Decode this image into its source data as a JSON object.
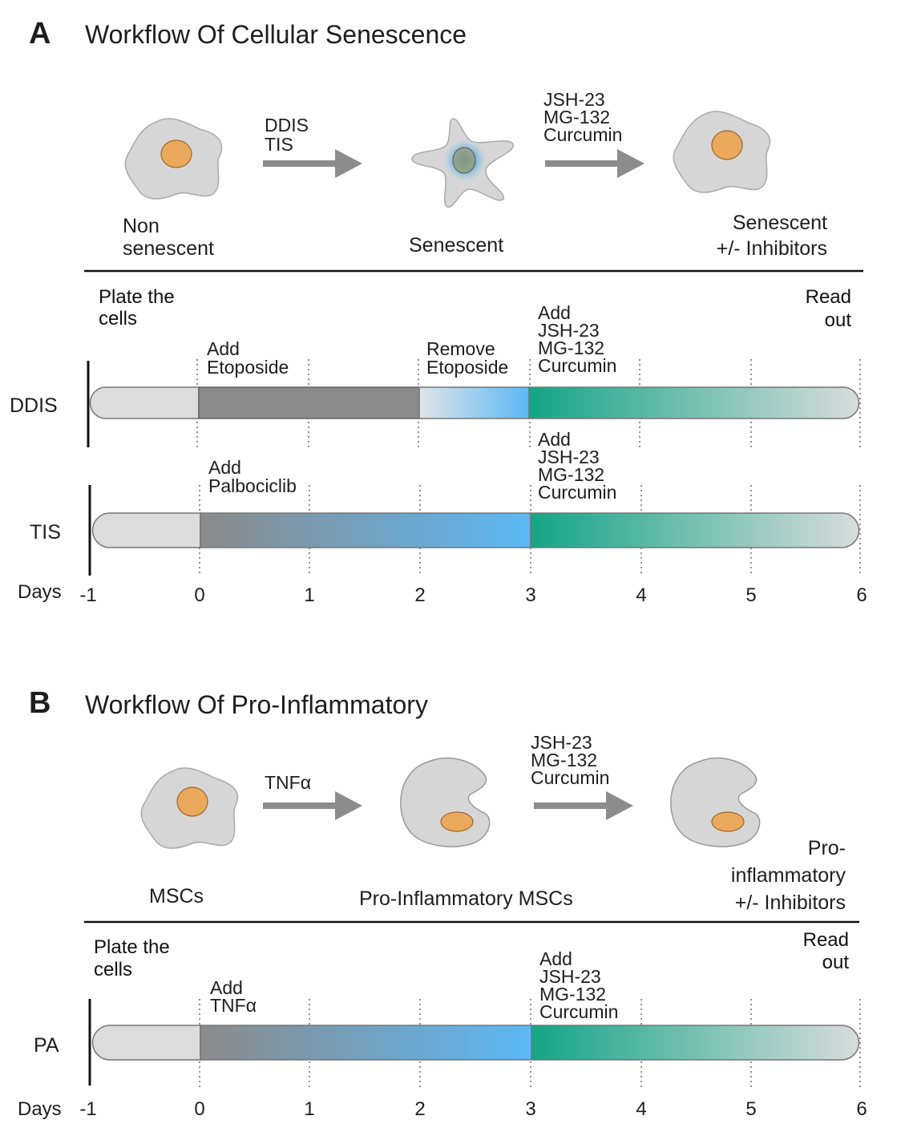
{
  "panel_a": {
    "letter": "A",
    "title": "Workflow Of Cellular Senescence",
    "step1_label": [
      "Non",
      "senescent"
    ],
    "arrow1_label": [
      "DDIS",
      "TIS"
    ],
    "step2_label": "Senescent",
    "arrow2_label": [
      "JSH-23",
      "MG-132",
      "Curcumin"
    ],
    "step3_label": [
      "Senescent",
      "+/- Inhibitors"
    ],
    "plate_label": [
      "Plate the",
      "cells"
    ],
    "readout_label": [
      "Read",
      "out"
    ],
    "ddis": {
      "row_label": "DDIS",
      "add_etoposide": [
        "Add",
        "Etoposide"
      ],
      "remove_etoposide": [
        "Remove",
        "Etoposide"
      ],
      "add_inhibitors": [
        "Add",
        "JSH-23",
        "MG-132",
        "Curcumin"
      ]
    },
    "tis": {
      "row_label": "TIS",
      "add_palbociclib": [
        "Add",
        "Palbociclib"
      ],
      "add_inhibitors": [
        "Add",
        "JSH-23",
        "MG-132",
        "Curcumin"
      ]
    },
    "days_label": "Days",
    "days": [
      "-1",
      "0",
      "1",
      "2",
      "3",
      "4",
      "5",
      "6"
    ]
  },
  "panel_b": {
    "letter": "B",
    "title": "Workflow Of Pro-Inflammatory",
    "step1_label": "MSCs",
    "arrow1_label": "TNFα",
    "step2_label": "Pro-Inflammatory MSCs",
    "arrow2_label": [
      "JSH-23",
      "MG-132",
      "Curcumin"
    ],
    "step3_label": [
      "Pro-",
      "inflammatory",
      "+/- Inhibitors"
    ],
    "plate_label": [
      "Plate the",
      "cells"
    ],
    "readout_label": [
      "Read",
      "out"
    ],
    "pa": {
      "row_label": "PA",
      "add_tnf": [
        "Add",
        "TNFα"
      ],
      "add_inhibitors": [
        "Add",
        "JSH-23",
        "MG-132",
        "Curcumin"
      ]
    },
    "days_label": "Days",
    "days": [
      "-1",
      "0",
      "1",
      "2",
      "3",
      "4",
      "5",
      "6"
    ]
  },
  "colors": {
    "cell_body": "#d6d6d6",
    "nucleus": "#eaa85c",
    "arrow": "#8c8c8c",
    "culture": "#dcdcdc",
    "treatment_dark": "#8a8a8a",
    "treatment_blue": "#5bb8f5",
    "inhibitor_green": "#14a585"
  }
}
